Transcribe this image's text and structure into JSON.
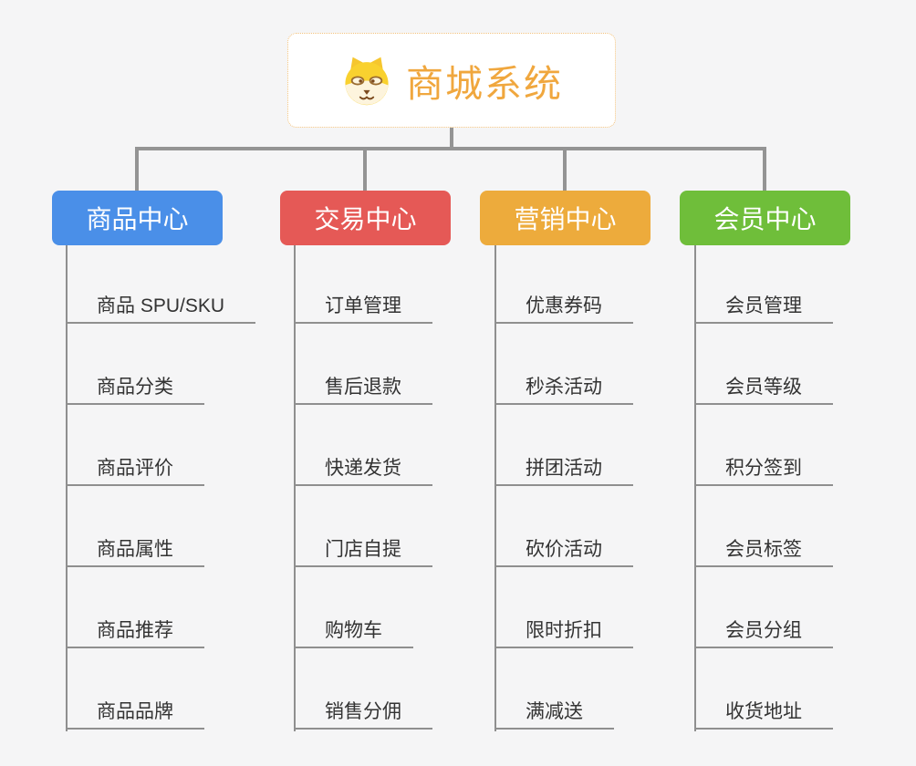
{
  "root": {
    "title": "商城系统",
    "icon": "dog-face-icon",
    "title_color": "#f0a73e",
    "border_color": "#f2c27d",
    "background": "#ffffff"
  },
  "canvas": {
    "background": "#f5f5f6",
    "connector_color": "#949494",
    "leaf_line_color": "#8f8f8f",
    "leaf_text_color": "#333333"
  },
  "branches": [
    {
      "label": "商品中心",
      "color": "#4a8fe8",
      "items": [
        "商品 SPU/SKU",
        "商品分类",
        "商品评价",
        "商品属性",
        "商品推荐",
        "商品品牌"
      ]
    },
    {
      "label": "交易中心",
      "color": "#e55956",
      "items": [
        "订单管理",
        "售后退款",
        "快递发货",
        "门店自提",
        "购物车",
        "销售分佣"
      ]
    },
    {
      "label": "营销中心",
      "color": "#edab3c",
      "items": [
        "优惠券码",
        "秒杀活动",
        "拼团活动",
        "砍价活动",
        "限时折扣",
        "满减送"
      ]
    },
    {
      "label": "会员中心",
      "color": "#6fbe3a",
      "items": [
        "会员管理",
        "会员等级",
        "积分签到",
        "会员标签",
        "会员分组",
        "收货地址"
      ]
    }
  ]
}
